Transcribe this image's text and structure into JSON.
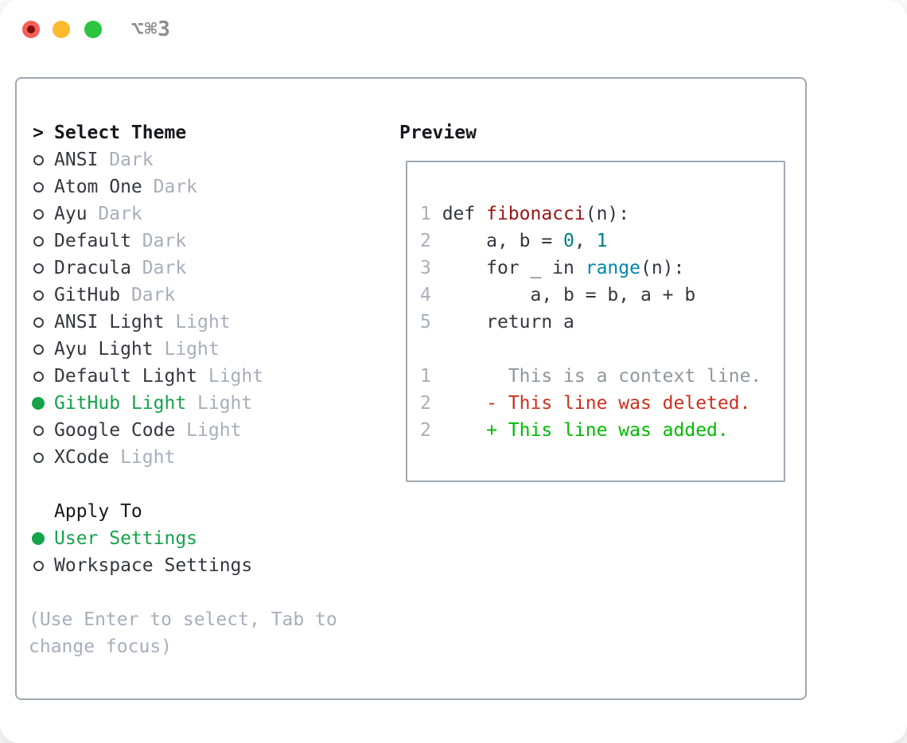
{
  "window": {
    "title": "⌥⌘3",
    "traffic_lights": [
      "close",
      "minimize",
      "zoom"
    ]
  },
  "theme_panel": {
    "header": {
      "prefix": ">",
      "label": "Select Theme"
    },
    "themes": [
      {
        "name": "ANSI",
        "tag": "Dark",
        "selected": false
      },
      {
        "name": "Atom One",
        "tag": "Dark",
        "selected": false
      },
      {
        "name": "Ayu",
        "tag": "Dark",
        "selected": false
      },
      {
        "name": "Default",
        "tag": "Dark",
        "selected": false
      },
      {
        "name": "Dracula",
        "tag": "Dark",
        "selected": false
      },
      {
        "name": "GitHub",
        "tag": "Dark",
        "selected": false
      },
      {
        "name": "ANSI Light",
        "tag": "Light",
        "selected": false
      },
      {
        "name": "Ayu Light",
        "tag": "Light",
        "selected": false
      },
      {
        "name": "Default Light",
        "tag": "Light",
        "selected": false
      },
      {
        "name": "GitHub Light",
        "tag": "Light",
        "selected": true
      },
      {
        "name": "Google Code",
        "tag": "Light",
        "selected": false
      },
      {
        "name": "XCode",
        "tag": "Light",
        "selected": false
      }
    ],
    "apply_to": {
      "header": "Apply To",
      "options": [
        {
          "label": "User Settings",
          "selected": true
        },
        {
          "label": "Workspace Settings",
          "selected": false
        }
      ]
    },
    "help_lines": [
      "(Use Enter to select, Tab to",
      "change focus)"
    ]
  },
  "preview": {
    "header": "Preview",
    "lines": [
      {
        "num": "1",
        "tokens": [
          [
            "def ",
            "p"
          ],
          [
            "fibonacci",
            "fn"
          ],
          [
            "(n):",
            "p"
          ]
        ]
      },
      {
        "num": "2",
        "tokens": [
          [
            "    a, b = ",
            "p"
          ],
          [
            "0",
            "n"
          ],
          [
            ", ",
            "p"
          ],
          [
            "1",
            "n"
          ]
        ]
      },
      {
        "num": "3",
        "tokens": [
          [
            "    for _ in ",
            "p"
          ],
          [
            "range",
            "b"
          ],
          [
            "(n):",
            "p"
          ]
        ]
      },
      {
        "num": "4",
        "tokens": [
          [
            "        a, b = b, a + b",
            "p"
          ]
        ]
      },
      {
        "num": "5",
        "tokens": [
          [
            "    return a",
            "p"
          ]
        ]
      },
      {
        "blank": true
      },
      {
        "num": "1",
        "tokens": [
          [
            "      This is a context line.",
            "ctx"
          ]
        ]
      },
      {
        "num": "2",
        "tokens": [
          [
            "    - This line was deleted.",
            "del"
          ]
        ]
      },
      {
        "num": "2",
        "tokens": [
          [
            "    + This line was added.",
            "add"
          ]
        ]
      }
    ]
  },
  "colors": {
    "accent_green": "#16a34a",
    "added_green": "#00bb00",
    "deleted_red": "#cd2f1e",
    "function_red": "#a01414",
    "number_teal": "#008080",
    "builtin_blue": "#0086b3",
    "border_gray": "#9fa8b2",
    "muted_gray": "#a7afba"
  }
}
